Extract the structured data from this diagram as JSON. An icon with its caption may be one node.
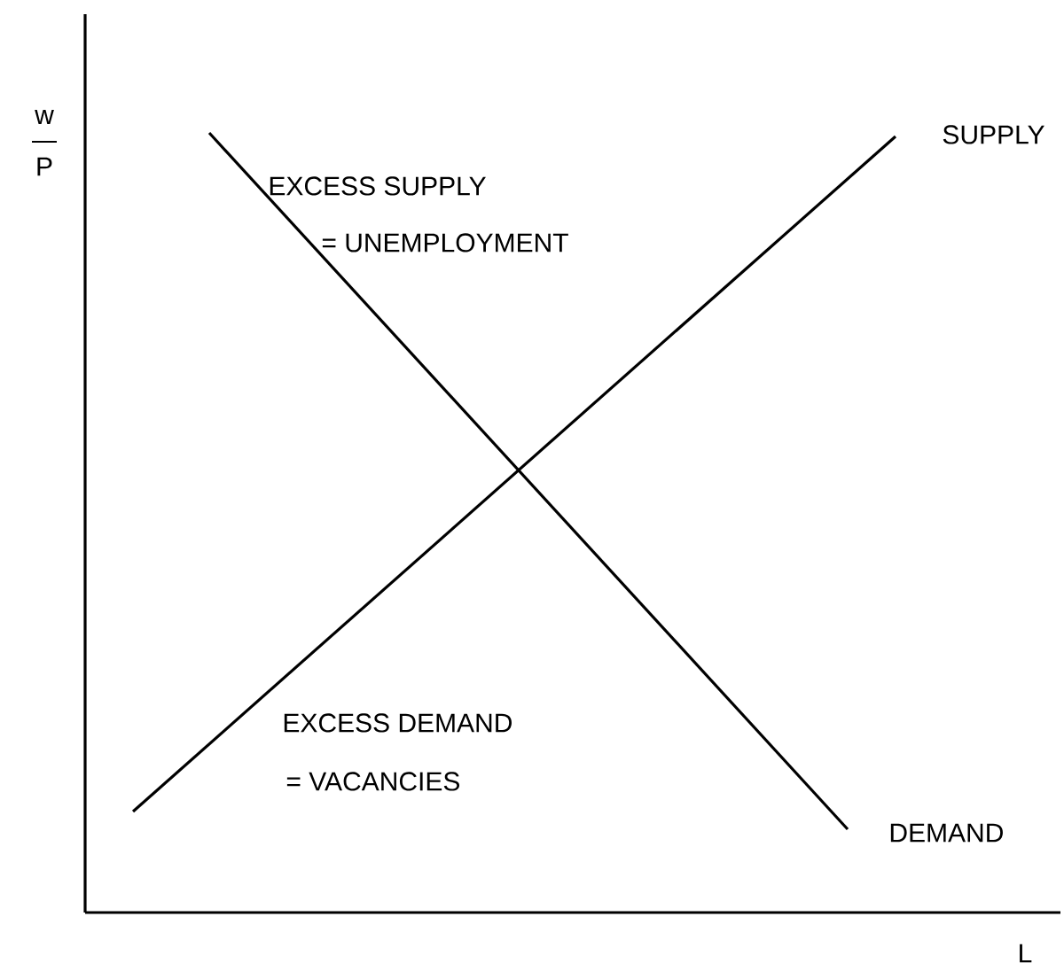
{
  "diagram": {
    "labels": [
      "w",
      "P",
      "SUPPLY",
      "EXCESS SUPPLY",
      "= UNEMPLOYMENT",
      "EXCESS DEMAND",
      "= VACANCIES",
      "DEMAND",
      "L"
    ]
  }
}
